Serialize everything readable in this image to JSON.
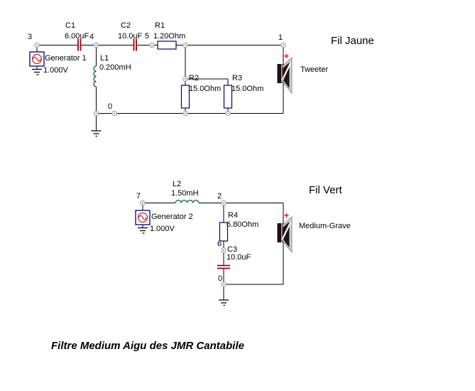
{
  "colors": {
    "wire": "#000000",
    "component_outline": "#000080",
    "capacitor": "#a00000",
    "inductor": "#1e6464",
    "generator": "#cc2020",
    "node": "#999999",
    "plus": "#ff0000",
    "speaker_dark": "#141414",
    "speaker_red": "#cc2020",
    "text": "#000000"
  },
  "title": "Filtre Medium Aigu des JMR Cantabile",
  "circuit1": {
    "wire_label": "Fil Jaune",
    "speaker": {
      "label": "Tweeter",
      "polarity": "+"
    },
    "generator": {
      "ref": "Generator 1",
      "value": "1.000V"
    },
    "capacitor_c1": {
      "ref": "C1",
      "value": "6.00uF"
    },
    "capacitor_c2": {
      "ref": "C2",
      "value": "10.0uF"
    },
    "resistor_r1": {
      "ref": "R1",
      "value": "1.20Ohm"
    },
    "inductor_l1": {
      "ref": "L1",
      "value": "0.200mH"
    },
    "resistor_r2": {
      "ref": "R2",
      "value": "15.0Ohm"
    },
    "resistor_r3": {
      "ref": "R3",
      "value": "15.0Ohm"
    },
    "nodes": {
      "n3": "3",
      "n4": "4",
      "n5": "5",
      "n1": "1",
      "n0": "0"
    }
  },
  "circuit2": {
    "wire_label": "Fil Vert",
    "speaker": {
      "label": "Medium-Grave",
      "polarity": "+"
    },
    "generator": {
      "ref": "Generator 2",
      "value": "1.000V"
    },
    "inductor_l2": {
      "ref": "L2",
      "value": "1.50mH"
    },
    "resistor_r4": {
      "ref": "R4",
      "value": "6.80Ohm"
    },
    "capacitor_c3": {
      "ref": "C3",
      "value": "10.0uF"
    },
    "nodes": {
      "n7": "7",
      "n2": "2",
      "n6": "6",
      "n0": "0"
    }
  }
}
